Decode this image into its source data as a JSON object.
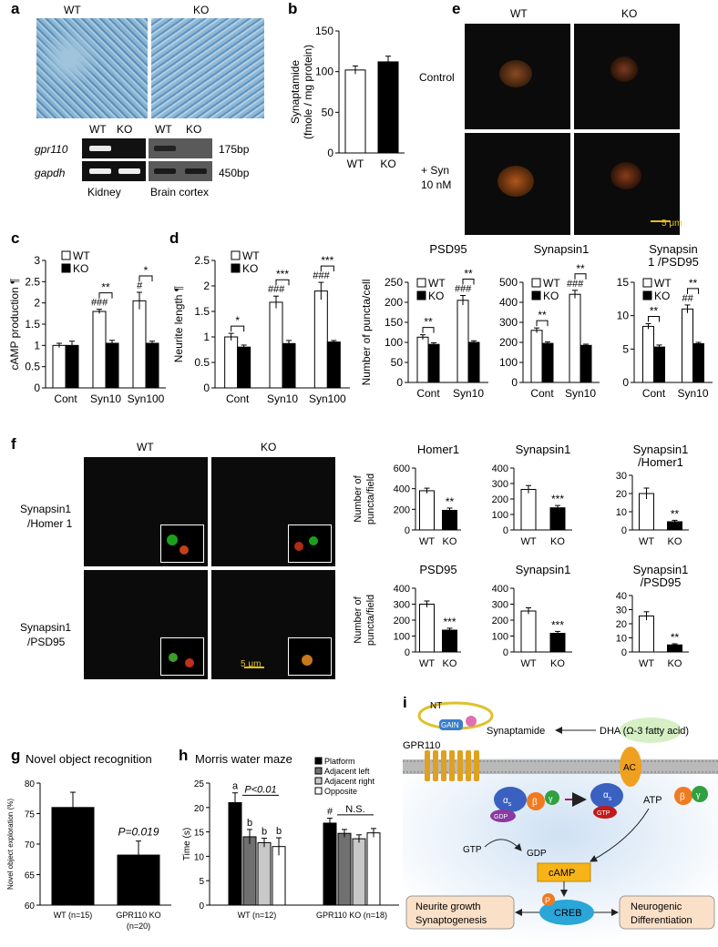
{
  "panels": {
    "a": {
      "letter": "a",
      "wt_label": "WT",
      "ko_label": "KO",
      "gel": {
        "lane_labels": [
          "WT",
          "KO",
          "WT",
          "KO"
        ],
        "gene1": "gpr110",
        "gene2": "gapdh",
        "size1": "175bp",
        "size2": "450bp",
        "tissue1": "Kidney",
        "tissue2": "Brain cortex"
      }
    },
    "b": {
      "letter": "b"
    },
    "c": {
      "letter": "c"
    },
    "d": {
      "letter": "d"
    },
    "e": {
      "letter": "e",
      "col_wt": "WT",
      "col_ko": "KO",
      "row_control": "Control",
      "row_syn_1": "+ Syn",
      "row_syn_2": "10 nM",
      "scale": "5 μm"
    },
    "f": {
      "letter": "f",
      "col_wt": "WT",
      "col_ko": "KO",
      "row1_1": "Synapsin1",
      "row1_2": "/Homer 1",
      "row2_1": "Synapsin1",
      "row2_2": "/PSD95",
      "scale": "5 μm"
    },
    "g": {
      "letter": "g"
    },
    "h": {
      "letter": "h"
    },
    "i": {
      "letter": "i",
      "nt": "NT",
      "gain": "GAIN",
      "gpr110": "GPR110",
      "synaptamide": "Synaptamide",
      "dha": "DHA (Ω-3 fatty acid)",
      "ac": "AC",
      "alpha_s": "α",
      "alpha_sub": "s",
      "beta": "β",
      "gamma": "γ",
      "gdp": "GDP",
      "gtp": "GTP",
      "gtp_left": "GTP",
      "gdp_left": "GDP",
      "atp": "ATP",
      "camp": "cAMP",
      "creb": "CREB",
      "p": "P",
      "box_left_1": "Neurite growth",
      "box_left_2": "Synaptogenesis",
      "box_right_1": "Neurogenic",
      "box_right_2": "Differentiation"
    }
  },
  "chart_data": [
    {
      "id": "b",
      "type": "bar",
      "categories": [
        "WT",
        "KO"
      ],
      "values": [
        102,
        112
      ],
      "errors": [
        5,
        7
      ],
      "ylabel": "Synaptamide (fmole / mg protein)",
      "ylim": [
        0,
        150
      ],
      "yticks": [
        0,
        50,
        100,
        150
      ],
      "fills": [
        "#ffffff",
        "#000000"
      ]
    },
    {
      "id": "c",
      "type": "bar",
      "categories": [
        "Cont",
        "Syn10",
        "Syn100"
      ],
      "series": [
        {
          "name": "WT",
          "values": [
            1.0,
            1.8,
            2.05
          ],
          "errors": [
            0.05,
            0.05,
            0.2
          ]
        },
        {
          "name": "KO",
          "values": [
            1.0,
            1.05,
            1.05
          ],
          "errors": [
            0.1,
            0.07,
            0.05
          ]
        }
      ],
      "ylabel": "cAMP production ¶",
      "ylim": [
        0,
        3
      ],
      "yticks": [
        0,
        0.5,
        1,
        1.5,
        2,
        2.5,
        3
      ],
      "annotations": [
        {
          "text": "###",
          "cat": 1
        },
        {
          "text": "#",
          "cat": 2
        }
      ],
      "sig": [
        {
          "text": "**",
          "cat": 1
        },
        {
          "text": "*",
          "cat": 2
        }
      ]
    },
    {
      "id": "d",
      "type": "bar",
      "categories": [
        "Cont",
        "Syn10",
        "Syn100"
      ],
      "series": [
        {
          "name": "WT",
          "values": [
            1.0,
            1.68,
            1.9
          ],
          "errors": [
            0.07,
            0.12,
            0.17
          ]
        },
        {
          "name": "KO",
          "values": [
            0.8,
            0.87,
            0.9
          ],
          "errors": [
            0.04,
            0.06,
            0.03
          ]
        }
      ],
      "ylabel": "Neurite length ¶",
      "ylim": [
        0,
        2.5
      ],
      "yticks": [
        0,
        0.5,
        1,
        1.5,
        2,
        2.5
      ],
      "annotations": [
        {
          "text": "###",
          "cat": 1
        },
        {
          "text": "###",
          "cat": 2
        }
      ],
      "sig": [
        {
          "text": "*",
          "cat": 0
        },
        {
          "text": "***",
          "cat": 1
        },
        {
          "text": "***",
          "cat": 2
        }
      ]
    },
    {
      "id": "e1",
      "type": "bar",
      "title": "PSD95",
      "categories": [
        "Cont",
        "Syn10"
      ],
      "series": [
        {
          "name": "WT",
          "values": [
            113,
            205
          ],
          "errors": [
            6,
            12
          ]
        },
        {
          "name": "KO",
          "values": [
            95,
            100
          ],
          "errors": [
            4,
            4
          ]
        }
      ],
      "ylabel": "Number of puncta/cell",
      "ylim": [
        0,
        250
      ],
      "yticks": [
        0,
        50,
        100,
        150,
        200,
        250
      ],
      "annotations": [
        {
          "text": "###",
          "cat": 1
        }
      ],
      "sig": [
        {
          "text": "**",
          "cat": 0
        },
        {
          "text": "**",
          "cat": 1
        }
      ]
    },
    {
      "id": "e2",
      "type": "bar",
      "title": "Synapsin1",
      "categories": [
        "Cont",
        "Syn10"
      ],
      "series": [
        {
          "name": "WT",
          "values": [
            260,
            440
          ],
          "errors": [
            12,
            20
          ]
        },
        {
          "name": "KO",
          "values": [
            195,
            185
          ],
          "errors": [
            8,
            6
          ]
        }
      ],
      "ylim": [
        0,
        500
      ],
      "yticks": [
        0,
        100,
        200,
        300,
        400,
        500
      ],
      "annotations": [
        {
          "text": "###",
          "cat": 1
        }
      ],
      "sig": [
        {
          "text": "**",
          "cat": 0
        },
        {
          "text": "**",
          "cat": 1
        }
      ]
    },
    {
      "id": "e3",
      "type": "bar",
      "title": "Synapsin\n1 /PSD95",
      "categories": [
        "Cont",
        "Syn10"
      ],
      "series": [
        {
          "name": "WT",
          "values": [
            8.4,
            11.0
          ],
          "errors": [
            0.4,
            0.6
          ]
        },
        {
          "name": "KO",
          "values": [
            5.3,
            5.8
          ],
          "errors": [
            0.3,
            0.2
          ]
        }
      ],
      "ylim": [
        0,
        15
      ],
      "yticks": [
        0,
        5,
        10,
        15
      ],
      "annotations": [
        {
          "text": "##",
          "cat": 1
        }
      ],
      "sig": [
        {
          "text": "**",
          "cat": 0
        },
        {
          "text": "**",
          "cat": 1
        }
      ]
    },
    {
      "id": "f1",
      "type": "bar",
      "title": "Homer1",
      "categories": [
        "WT",
        "KO"
      ],
      "values": [
        380,
        190
      ],
      "errors": [
        25,
        22
      ],
      "ylabel": "Number of puncta/field",
      "ylim": [
        0,
        600
      ],
      "yticks": [
        0,
        200,
        400,
        600
      ],
      "sig": [
        {
          "text": "**",
          "cat": 1
        }
      ]
    },
    {
      "id": "f2",
      "type": "bar",
      "title": "Synapsin1",
      "categories": [
        "WT",
        "KO"
      ],
      "values": [
        262,
        143
      ],
      "errors": [
        25,
        15
      ],
      "ylim": [
        0,
        400
      ],
      "yticks": [
        0,
        100,
        200,
        300,
        400
      ],
      "sig": [
        {
          "text": "***",
          "cat": 1
        }
      ]
    },
    {
      "id": "f3",
      "type": "bar",
      "title": "Synapsin1\n/Homer1",
      "categories": [
        "WT",
        "KO"
      ],
      "values": [
        20,
        4.5
      ],
      "errors": [
        3,
        0.8
      ],
      "ylim": [
        0,
        30
      ],
      "yticks": [
        0,
        10,
        20,
        30
      ],
      "sig": [
        {
          "text": "**",
          "cat": 1
        }
      ]
    },
    {
      "id": "f4",
      "type": "bar",
      "title": "PSD95",
      "categories": [
        "WT",
        "KO"
      ],
      "values": [
        300,
        137
      ],
      "errors": [
        20,
        12
      ],
      "ylabel": "Number of puncta/field",
      "ylim": [
        0,
        400
      ],
      "yticks": [
        0,
        100,
        200,
        300,
        400
      ],
      "sig": [
        {
          "text": "***",
          "cat": 1
        }
      ]
    },
    {
      "id": "f5",
      "type": "bar",
      "title": "Synapsin1",
      "categories": [
        "WT",
        "KO"
      ],
      "values": [
        257,
        117
      ],
      "errors": [
        20,
        12
      ],
      "ylim": [
        0,
        400
      ],
      "yticks": [
        0,
        100,
        200,
        300,
        400
      ],
      "sig": [
        {
          "text": "***",
          "cat": 1
        }
      ]
    },
    {
      "id": "f6",
      "type": "bar",
      "title": "Synapsin1\n/PSD95",
      "categories": [
        "WT",
        "KO"
      ],
      "values": [
        25.5,
        5
      ],
      "errors": [
        3,
        0.8
      ],
      "ylim": [
        0,
        40
      ],
      "yticks": [
        0,
        10,
        20,
        30,
        40
      ],
      "sig": [
        {
          "text": "**",
          "cat": 1
        }
      ]
    },
    {
      "id": "g",
      "type": "bar",
      "title": "Novel object recognition",
      "categories": [
        "WT (n=15)",
        "GPR110 KO (n=20)"
      ],
      "values": [
        76,
        68.2
      ],
      "errors": [
        2.5,
        2.3
      ],
      "ylabel": "Novel object exploration (%)",
      "ylim": [
        60,
        80
      ],
      "yticks": [
        60,
        65,
        70,
        75,
        80
      ],
      "annotation": "P=0.019"
    },
    {
      "id": "h",
      "type": "bar",
      "title": "Morris water maze",
      "categories": [
        "WT (n=12)",
        "GPR110 KO (n=18)"
      ],
      "series": [
        {
          "name": "Platform",
          "values": [
            21,
            16.8
          ],
          "errors": [
            2,
            1
          ]
        },
        {
          "name": "Adjacent left",
          "values": [
            14,
            14.7
          ],
          "errors": [
            1.5,
            0.8
          ]
        },
        {
          "name": "Adjacent right",
          "values": [
            12.8,
            13.6
          ],
          "errors": [
            0.9,
            0.8
          ]
        },
        {
          "name": "Opposite",
          "values": [
            12,
            14.8
          ],
          "errors": [
            1.8,
            0.9
          ]
        }
      ],
      "ylabel": "Time (s)",
      "ylim": [
        0,
        25
      ],
      "yticks": [
        0,
        5,
        10,
        15,
        20,
        25
      ],
      "letters": [
        "a",
        "b",
        "b",
        "b"
      ],
      "ko_mark": "#",
      "bracket_wt": "P<0.01",
      "bracket_ko": "N.S."
    }
  ]
}
